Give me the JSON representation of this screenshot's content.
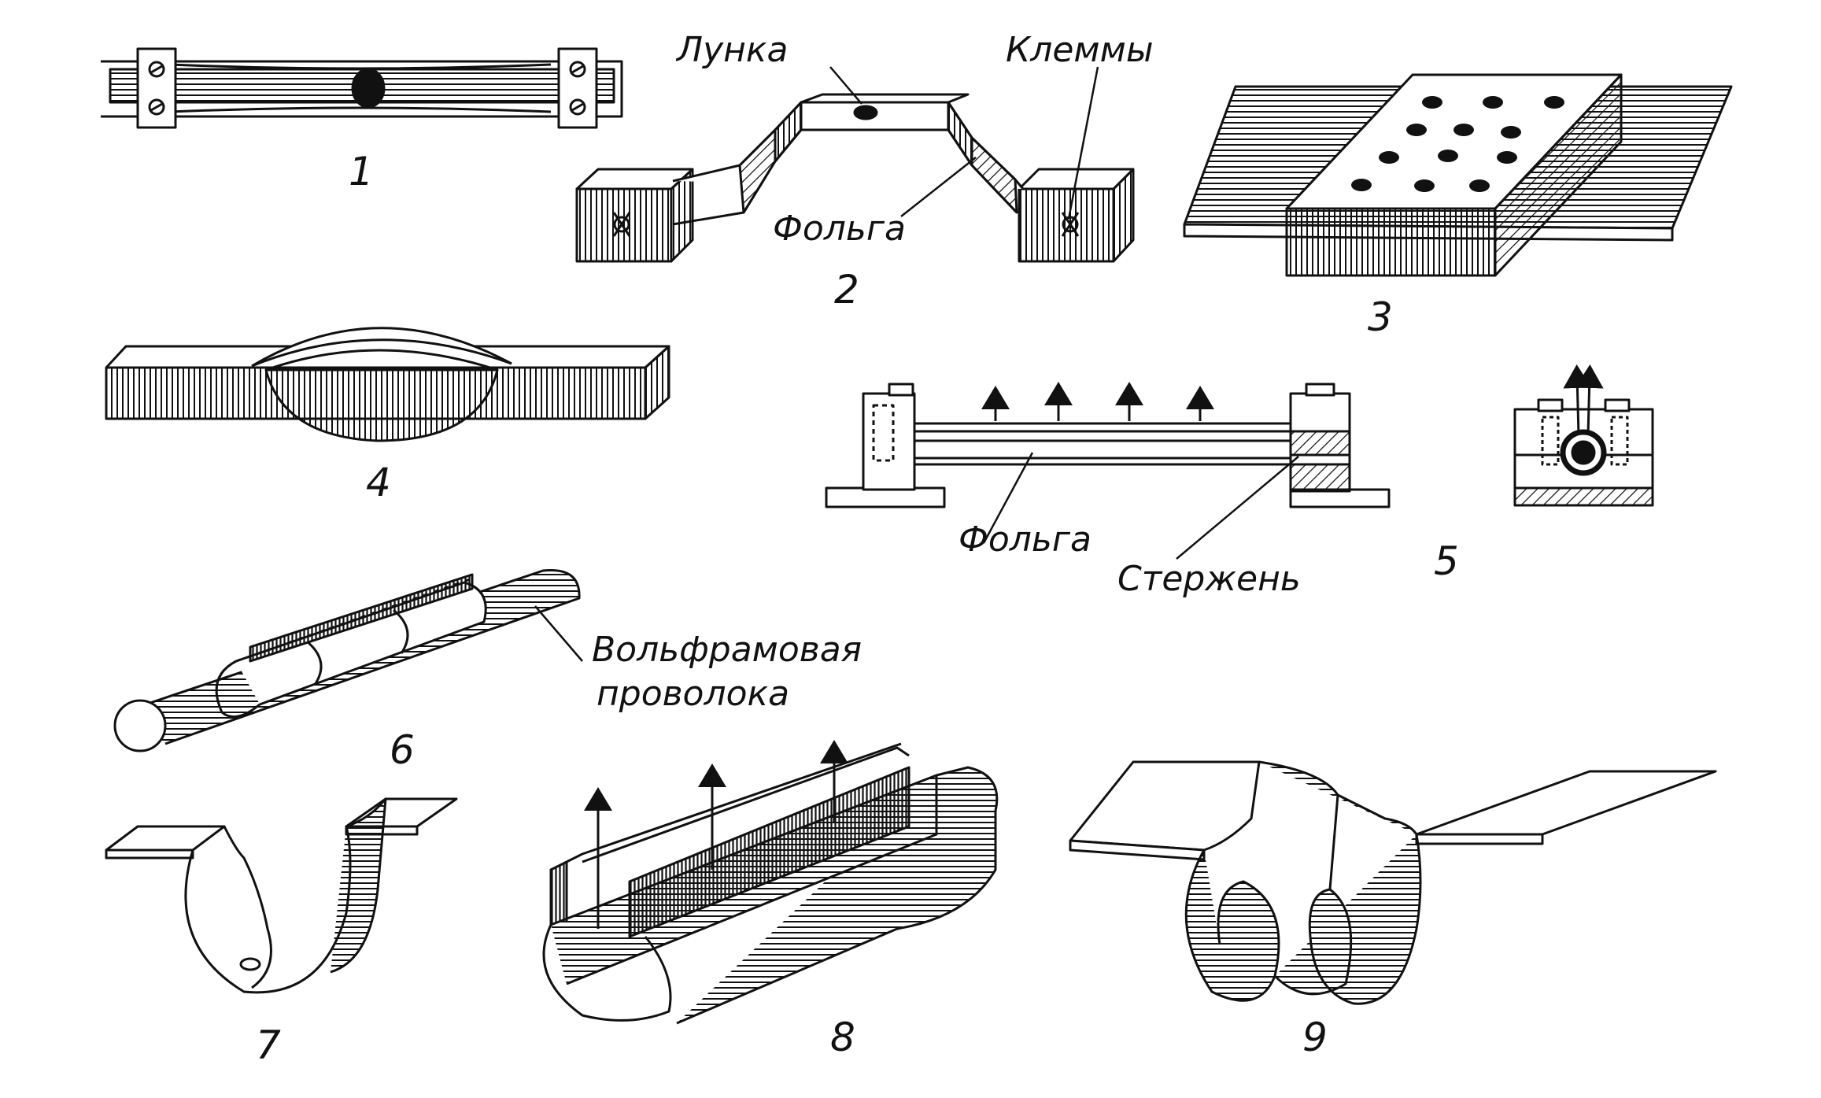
{
  "labels": {
    "lunka": "Лунка",
    "klemmy": "Клеммы",
    "folga_2": "Фольга",
    "folga_5": "Фольга",
    "sterzhen": "Стержень",
    "wire_line1": "Вольфрамовая",
    "wire_line2": "проволока"
  },
  "numbers": [
    "1",
    "2",
    "3",
    "4",
    "5",
    "6",
    "7",
    "8",
    "9"
  ],
  "colors": {
    "ink": "#111111",
    "paper": "#ffffff"
  }
}
